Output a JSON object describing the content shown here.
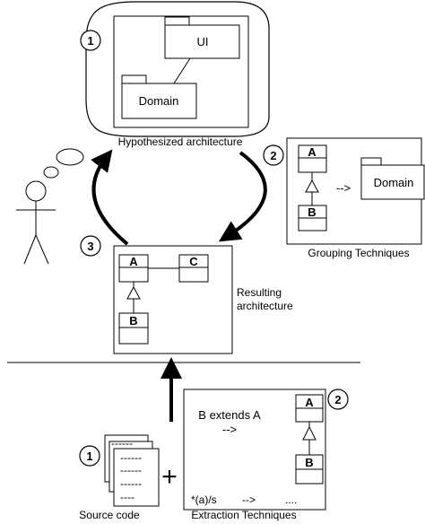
{
  "hypothesized": {
    "number": "1",
    "title": "Hypothesized architecture",
    "ui_package": "UI",
    "domain_package": "Domain"
  },
  "grouping": {
    "number": "2",
    "class_a": "A",
    "class_b": "B",
    "arrow": "-->",
    "package": "Domain",
    "caption": "Grouping Techniques"
  },
  "resulting": {
    "number": "3",
    "class_a": "A",
    "class_c": "C",
    "class_b": "B",
    "caption_line1": "Resulting",
    "caption_line2": "architecture"
  },
  "source": {
    "number": "1",
    "code_lines": [
      "------",
      "------",
      "------",
      "------",
      "----"
    ],
    "plus": "+",
    "caption": "Source code"
  },
  "extraction": {
    "number": "2",
    "rule1_text": "B extends A",
    "rule1_arrow": "-->",
    "class_a": "A",
    "class_b": "B",
    "rule2_text": "*(a)/s",
    "rule2_arrow": "-->",
    "rule2_result": "....",
    "caption": "Extraction Techniques"
  }
}
